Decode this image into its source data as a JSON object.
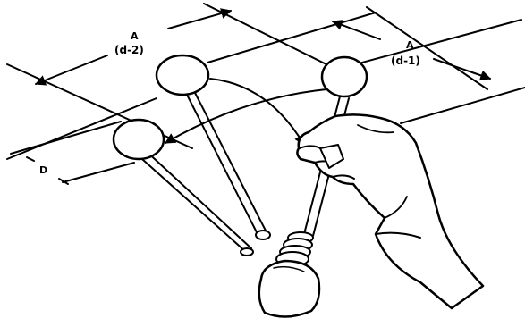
{
  "figure": {
    "labels": {
      "dim_left_top": "A",
      "dim_left_bottom": "(d-2)",
      "dim_right_top": "A",
      "dim_right_bottom": "(d-1)",
      "knob_diameter": "D"
    },
    "colors": {
      "ink": "#000000",
      "paper": "#ffffff"
    },
    "elements": [
      "left-lever",
      "middle-lever",
      "right-lever-with-boot",
      "operator-hand",
      "dimension-lines",
      "motion-arrows"
    ]
  }
}
